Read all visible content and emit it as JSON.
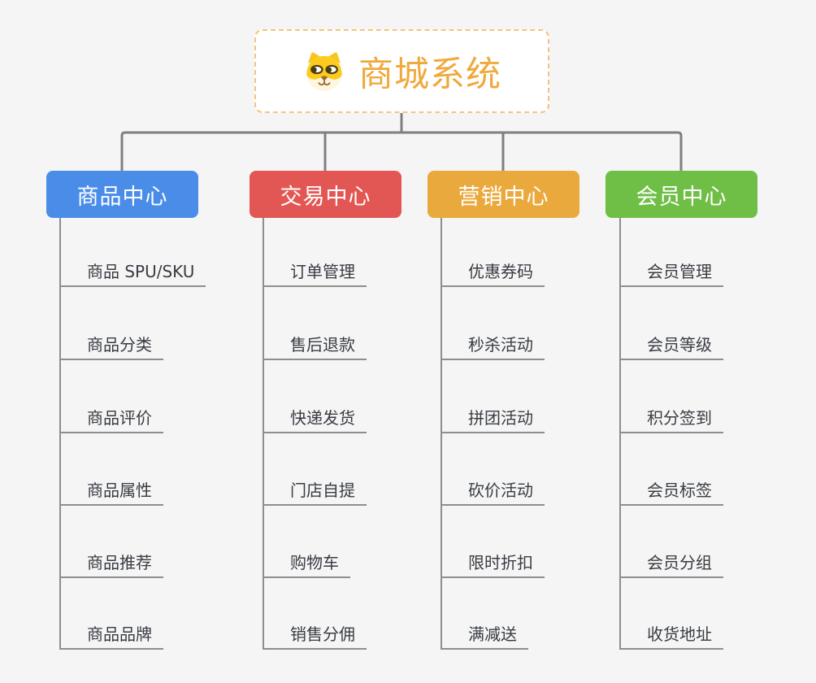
{
  "canvas": {
    "background_color": "#f5f5f5",
    "connector_color": "#7f7f7f",
    "leaf_line_color": "#8e8e8e"
  },
  "root": {
    "title": "商城系统",
    "icon": "dog-face-icon",
    "title_color": "#f0a93c",
    "border_color": "#f3c47f"
  },
  "branches": [
    {
      "label": "商品中心",
      "color": "#4a8de8",
      "items": [
        "商品 SPU/SKU",
        "商品分类",
        "商品评价",
        "商品属性",
        "商品推荐",
        "商品品牌"
      ]
    },
    {
      "label": "交易中心",
      "color": "#e25754",
      "items": [
        "订单管理",
        "售后退款",
        "快递发货",
        "门店自提",
        "购物车",
        "销售分佣"
      ]
    },
    {
      "label": "营销中心",
      "color": "#eaa93d",
      "items": [
        "优惠券码",
        "秒杀活动",
        "拼团活动",
        "砍价活动",
        "限时折扣",
        "满减送"
      ]
    },
    {
      "label": "会员中心",
      "color": "#6fbe45",
      "items": [
        "会员管理",
        "会员等级",
        "积分签到",
        "会员标签",
        "会员分组",
        "收货地址"
      ]
    }
  ]
}
